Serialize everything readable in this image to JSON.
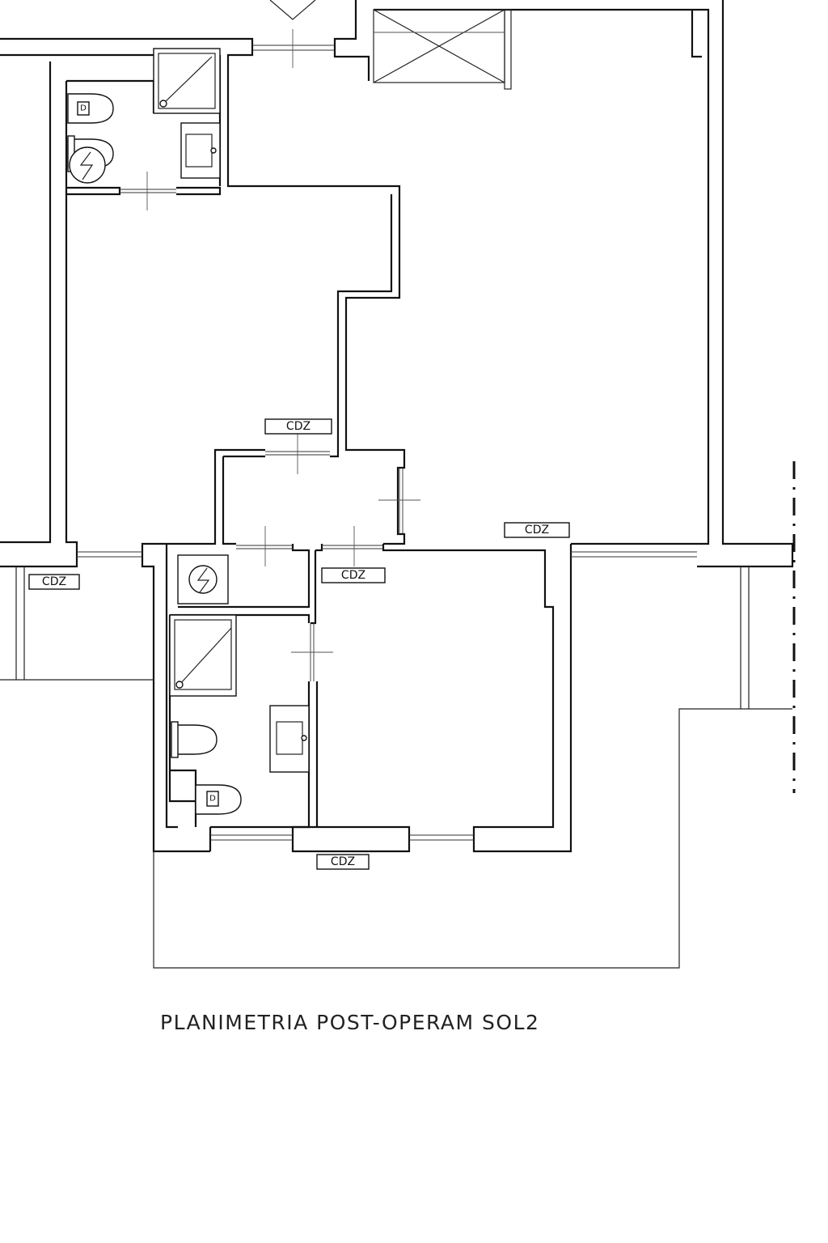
{
  "drawing": {
    "title": "PLANIMETRIA POST-OPERAM SOL2"
  },
  "labels": {
    "cdz_top": "CDZ",
    "cdz_right": "CDZ",
    "cdz_left": "CDZ",
    "cdz_center": "CDZ",
    "cdz_bottom": "CDZ"
  },
  "fixtures": {
    "bidet_mark_top": "D",
    "bidet_mark_bottom": "D"
  }
}
